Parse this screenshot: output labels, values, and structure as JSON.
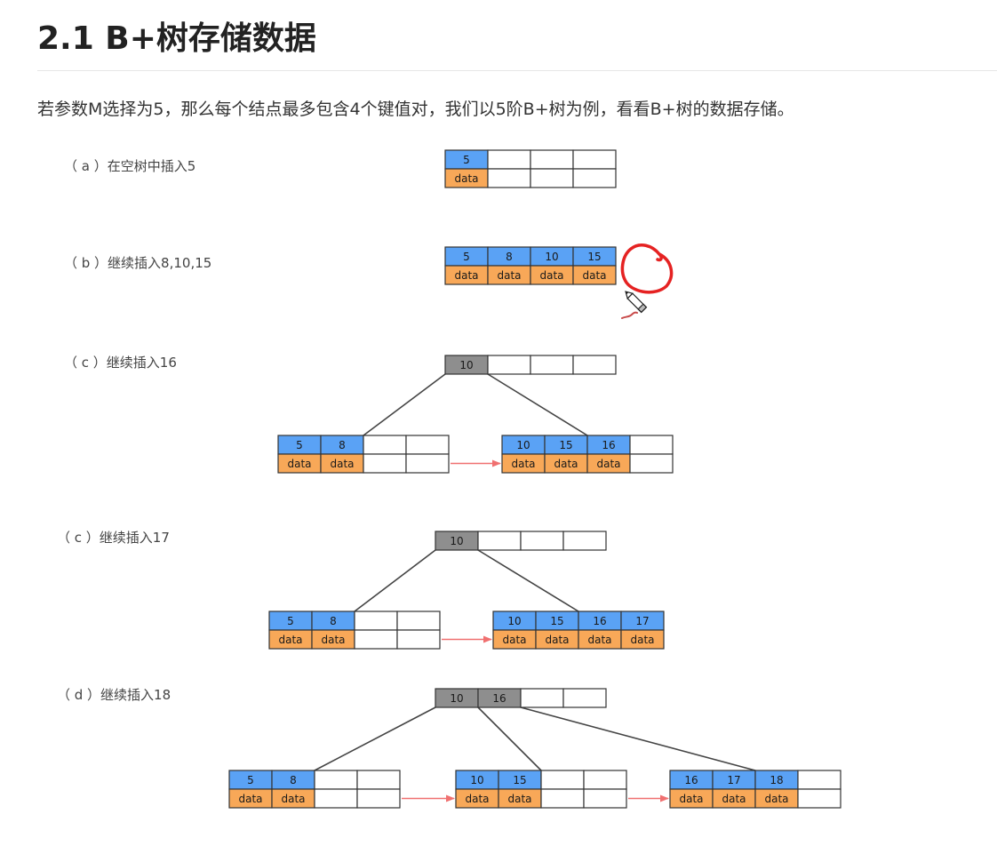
{
  "page": {
    "title": "2.1 B+树存储数据",
    "intro": "若参数M选择为5，那么每个结点最多包含4个键值对，我们以5阶B+树为例，看看B+树的数据存储。"
  },
  "colors": {
    "key_cell": "#5aa2f5",
    "data_cell": "#f8a858",
    "internal_key_cell": "#8e8e8e",
    "empty_cell": "#ffffff",
    "leaf_link": "#f07070",
    "edge": "#444444",
    "annotation": "#e52222"
  },
  "data_label": "data",
  "steps": [
    {
      "label": "（ a ）在空树中插入5",
      "root": {
        "keys": [
          "5"
        ],
        "slots": 4,
        "is_leaf": true
      },
      "leaves": []
    },
    {
      "label": "（ b ）继续插入8,10,15",
      "root": {
        "keys": [
          "5",
          "8",
          "10",
          "15"
        ],
        "slots": 4,
        "is_leaf": true
      },
      "leaves": []
    },
    {
      "label": "（ c ）继续插入16",
      "root": {
        "keys": [
          "10"
        ],
        "slots": 4,
        "is_leaf": false
      },
      "leaves": [
        {
          "keys": [
            "5",
            "8"
          ],
          "slots": 4
        },
        {
          "keys": [
            "10",
            "15",
            "16"
          ],
          "slots": 4
        }
      ]
    },
    {
      "label": "（ c ）继续插入17",
      "root": {
        "keys": [
          "10"
        ],
        "slots": 4,
        "is_leaf": false
      },
      "leaves": [
        {
          "keys": [
            "5",
            "8"
          ],
          "slots": 4
        },
        {
          "keys": [
            "10",
            "15",
            "16",
            "17"
          ],
          "slots": 4
        }
      ]
    },
    {
      "label": "（ d ）继续插入18",
      "root": {
        "keys": [
          "10",
          "16"
        ],
        "slots": 4,
        "is_leaf": false
      },
      "leaves": [
        {
          "keys": [
            "5",
            "8"
          ],
          "slots": 4
        },
        {
          "keys": [
            "10",
            "15"
          ],
          "slots": 4
        },
        {
          "keys": [
            "16",
            "17",
            "18"
          ],
          "slots": 4
        }
      ]
    }
  ],
  "annotations": [
    {
      "type": "hand-drawn-circle",
      "step": 1,
      "color": "red"
    },
    {
      "type": "pencil-cursor-icon"
    }
  ]
}
